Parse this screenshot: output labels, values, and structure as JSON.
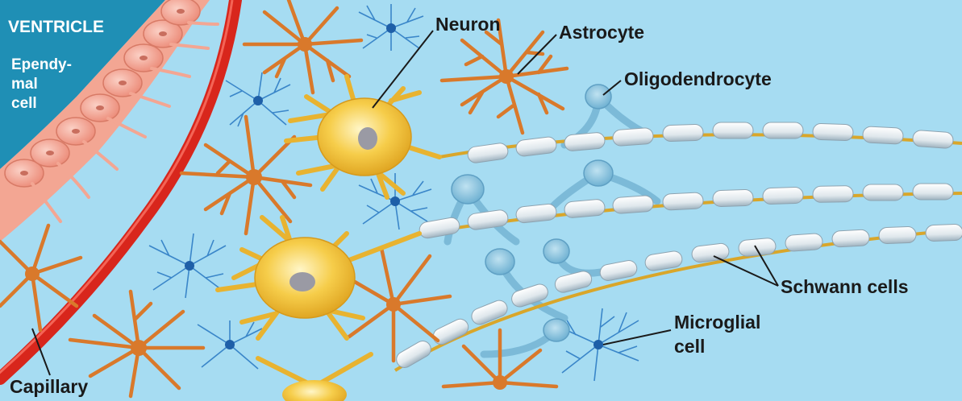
{
  "labels": {
    "ventricle": "VENTRICLE",
    "ependymal_line1": "Ependy-",
    "ependymal_line2": "mal",
    "ependymal_line3": "cell",
    "neuron": "Neuron",
    "astrocyte": "Astrocyte",
    "oligodendrocyte": "Oligodendrocyte",
    "schwann": "Schwann cells",
    "microglial_line1": "Microglial",
    "microglial_line2": "cell",
    "capillary": "Capillary"
  },
  "colors": {
    "background": "#a6dcf2",
    "ventricle": "#1f8fb5",
    "ependymal": "#f4a08f",
    "capillary": "#d8261c",
    "neuron": "#f2c23a",
    "astrocyte": "#d9792b",
    "myelin": "#dde6ec",
    "axon": "#d9a62a",
    "oligodendrocyte": "#8fc4dc",
    "microglia": "#2a78c4"
  },
  "icons": {
    "neuron": "neuron-cell-icon",
    "astrocyte": "astrocyte-cell-icon",
    "microglia": "microglial-cell-icon",
    "ependymal": "ependymal-cell-icon",
    "capillary": "capillary-vessel-icon"
  }
}
